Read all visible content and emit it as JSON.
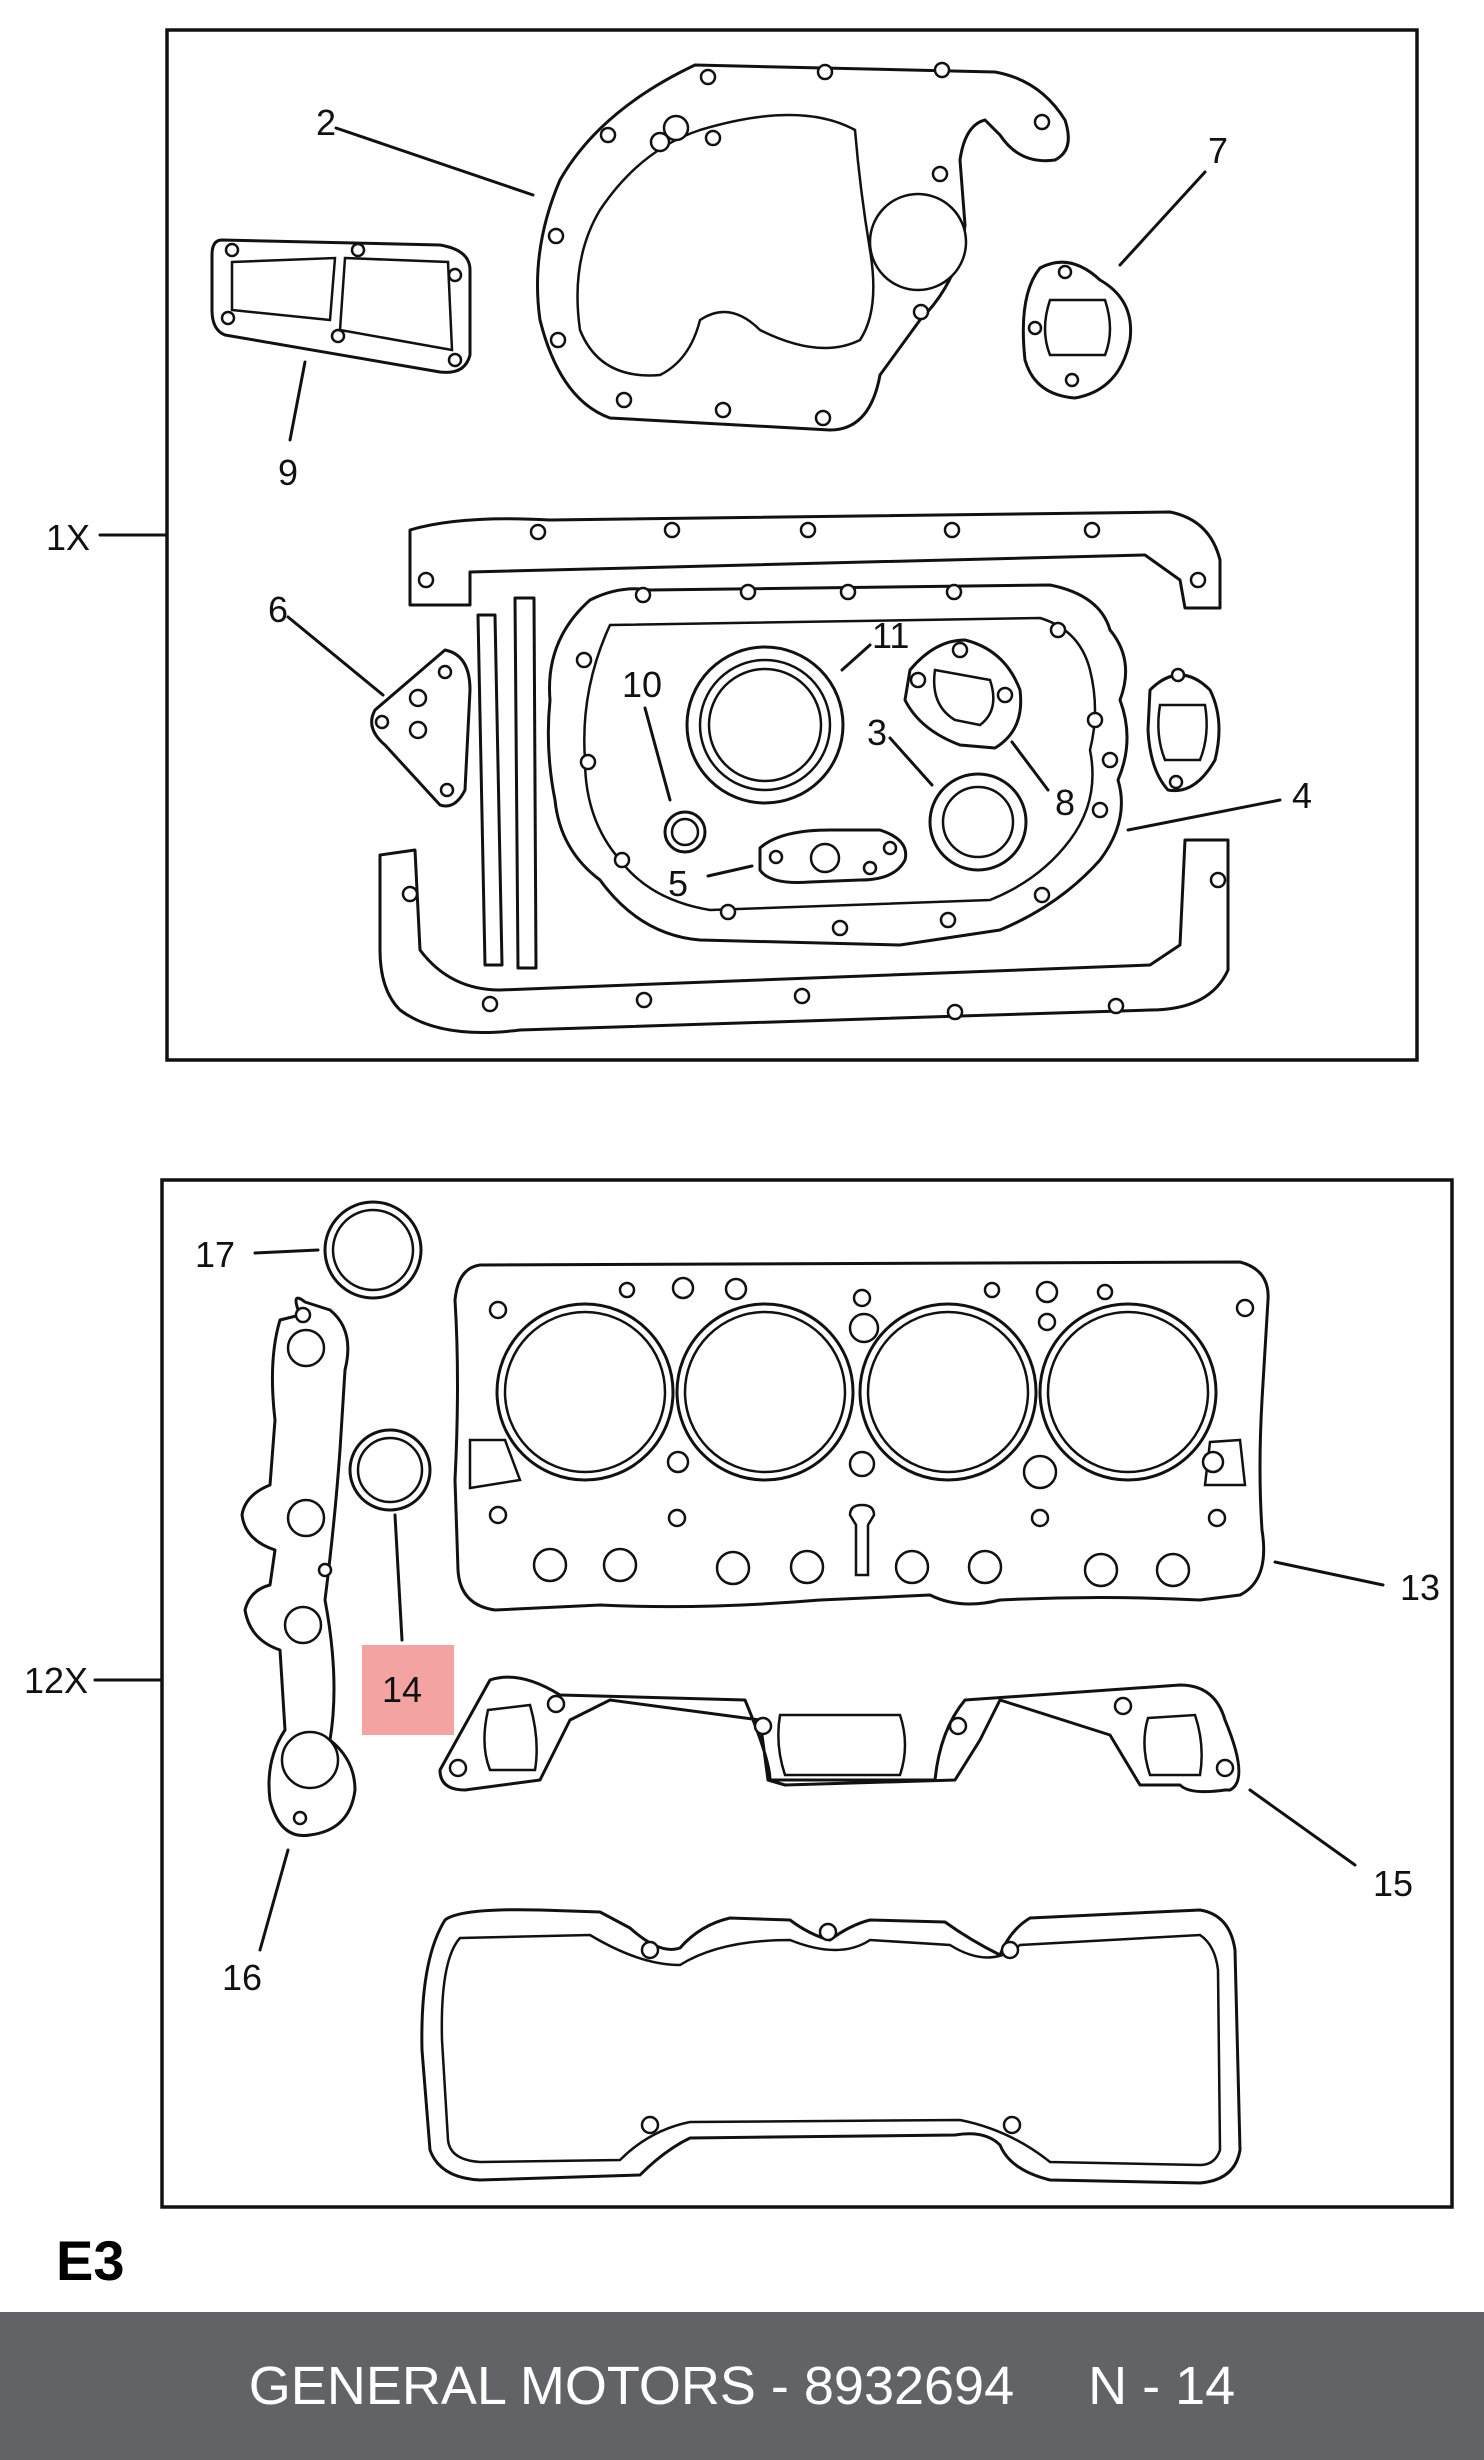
{
  "diagram": {
    "set_labels": {
      "upper": "1X",
      "lower": "12X"
    },
    "part_labels": {
      "p2": "2",
      "p3": "3",
      "p4": "4",
      "p5": "5",
      "p6": "6",
      "p7": "7",
      "p8": "8",
      "p9": "9",
      "p10": "10",
      "p11": "11",
      "p13": "13",
      "p14": "14",
      "p15": "15",
      "p16": "16",
      "p17": "17"
    },
    "highlighted_part": "14",
    "highlight_color": "#F4A3A3",
    "section_code": "E3"
  },
  "footer": {
    "brand": "GENERAL MOTORS",
    "separator": " - ",
    "part_number": "8932694",
    "position": "N - 14",
    "background": "#626366"
  }
}
